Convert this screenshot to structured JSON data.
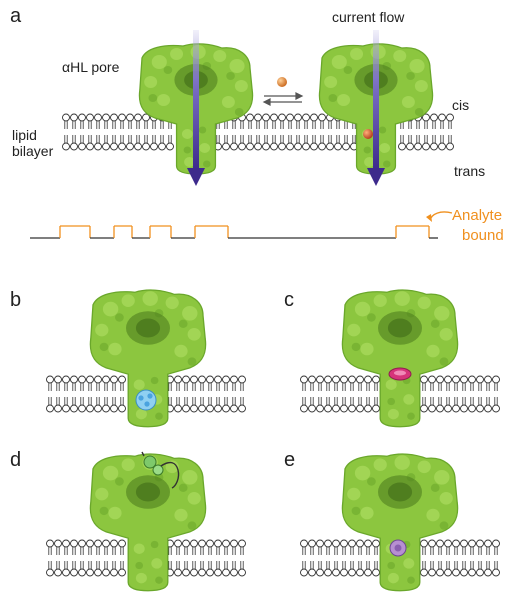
{
  "panels": {
    "a": "a",
    "b": "b",
    "c": "c",
    "d": "d",
    "e": "e"
  },
  "labels": {
    "pore": "αHL pore",
    "current_flow": "current flow",
    "cis": "cis",
    "lipid": "lipid",
    "bilayer": "bilayer",
    "trans": "trans",
    "analyte": "Analyte",
    "bound": "bound"
  },
  "colors": {
    "protein": "#8cc63f",
    "protein_dark": "#5e9a1f",
    "arrow": "#3d2a8c",
    "trace": "#333333",
    "trace_bound": "#f0901e",
    "analyte": "#e08a28",
    "analyte_pink": "#d6337a",
    "analyte_blue": "#4aa3df",
    "analyte_purple": "#8a5fb0",
    "lipid": "#ffffff",
    "lipid_stroke": "#333333"
  },
  "current_trace": {
    "baseline_level": 0,
    "bound_level": 1,
    "segments": [
      {
        "state": "open",
        "duration": 1
      },
      {
        "state": "bound",
        "duration": 1
      },
      {
        "state": "open",
        "duration": 0.8
      },
      {
        "state": "bound",
        "duration": 0.6
      },
      {
        "state": "open",
        "duration": 0.6
      },
      {
        "state": "bound",
        "duration": 0.7
      },
      {
        "state": "open",
        "duration": 0.8
      },
      {
        "state": "bound",
        "duration": 1.1
      },
      {
        "state": "open",
        "duration": 5.6
      },
      {
        "state": "bound",
        "duration": 1.1
      },
      {
        "state": "open",
        "duration": 0.3
      }
    ]
  }
}
